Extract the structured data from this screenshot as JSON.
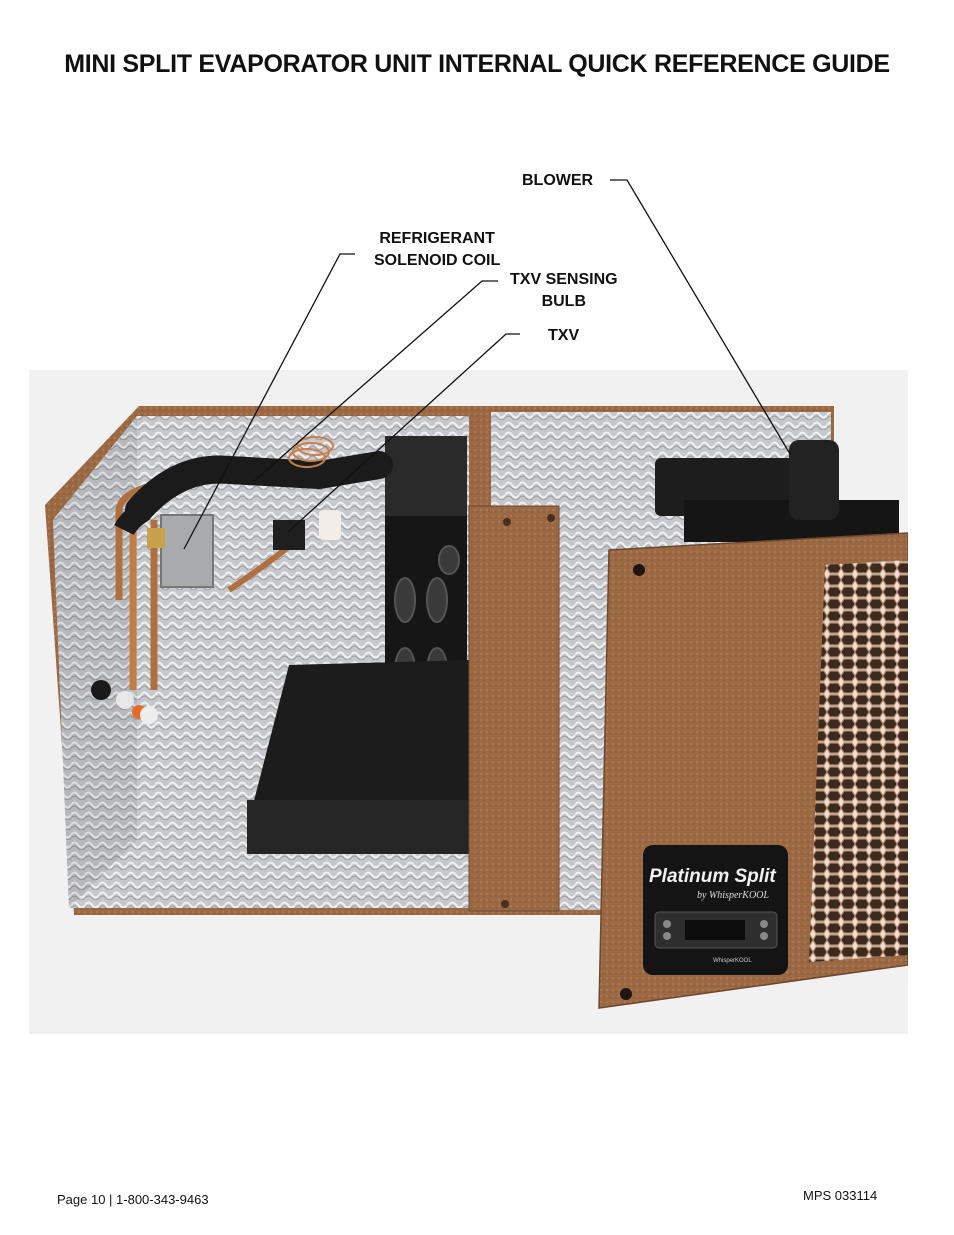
{
  "title": "MINI SPLIT EVAPORATOR UNIT INTERNAL QUICK REFERENCE GUIDE",
  "callouts": {
    "blower": "BLOWER",
    "solenoid_line1": "REFRIGERANT",
    "solenoid_line2": "SOLENOID COIL",
    "txv_bulb_line1": "TXV SENSING",
    "txv_bulb_line2": "BULB",
    "txv": "TXV"
  },
  "photo": {
    "panel_brand": "Platinum Split",
    "panel_subbrand": "by WhisperKOOL",
    "controller_brand": "WhisperKOOL",
    "colors": {
      "copper": "#9b6a45",
      "foil": "#c9cbcf",
      "black": "#1b1b1b"
    }
  },
  "footer": {
    "left": "Page 10 | 1-800-343-9463",
    "right": "MPS 033114"
  }
}
